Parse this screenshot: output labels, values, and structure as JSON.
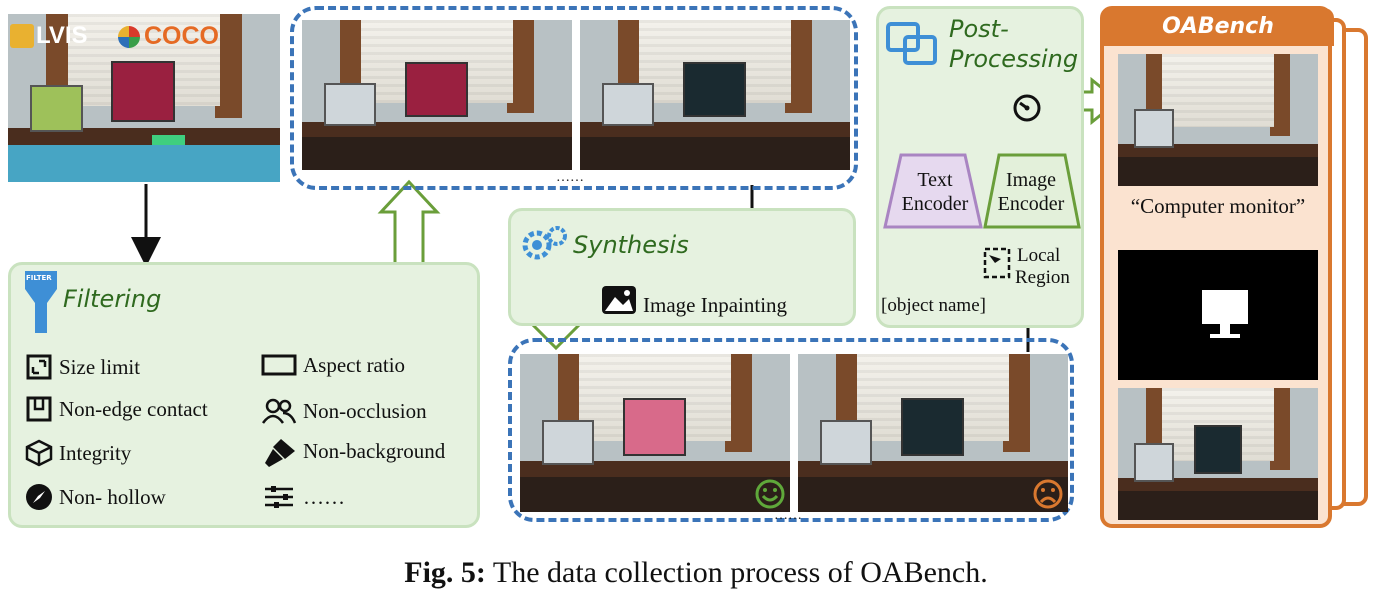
{
  "logos": {
    "lvis": "LVIS",
    "coco": "COCO"
  },
  "filtering": {
    "title": "Filtering",
    "filter_badge": "FILTER",
    "criteria": [
      {
        "label": "Size limit",
        "icon": "size-limit-icon"
      },
      {
        "label": "Aspect ratio",
        "icon": "aspect-ratio-icon"
      },
      {
        "label": "Non-edge contact",
        "icon": "non-edge-contact-icon"
      },
      {
        "label": "Non-occlusion",
        "icon": "non-occlusion-icon"
      },
      {
        "label": "Integrity",
        "icon": "integrity-icon"
      },
      {
        "label": "Non-background",
        "icon": "non-background-icon"
      },
      {
        "label": "Non- hollow",
        "icon": "non-hollow-icon"
      },
      {
        "label": "……",
        "icon": "more-filters-icon"
      }
    ]
  },
  "synthesis": {
    "title": "Synthesis",
    "step": "Image Inpainting"
  },
  "post_processing": {
    "title_line1": "Post-",
    "title_line2": "Processing",
    "text_encoder": [
      "Text",
      "Encoder"
    ],
    "image_encoder": [
      "Image",
      "Encoder"
    ],
    "object_name": "[object name]",
    "local_region": [
      "Local",
      "Region"
    ]
  },
  "oabench": {
    "title": "OABench",
    "caption": "“Computer monitor”"
  },
  "ellipsis_top": "……",
  "ellipsis_bottom": "……",
  "figure_caption": {
    "label": "Fig. 5:",
    "text": "The data collection process of OABench."
  },
  "colors": {
    "green_panel": "#e6f2e0",
    "green_arrow": "#6a9e3a",
    "blue_dash": "#3b74b8",
    "orange": "#d9782f",
    "trapezoid_purple": "#e6d9ef",
    "trapezoid_green": "#e3f0da"
  }
}
